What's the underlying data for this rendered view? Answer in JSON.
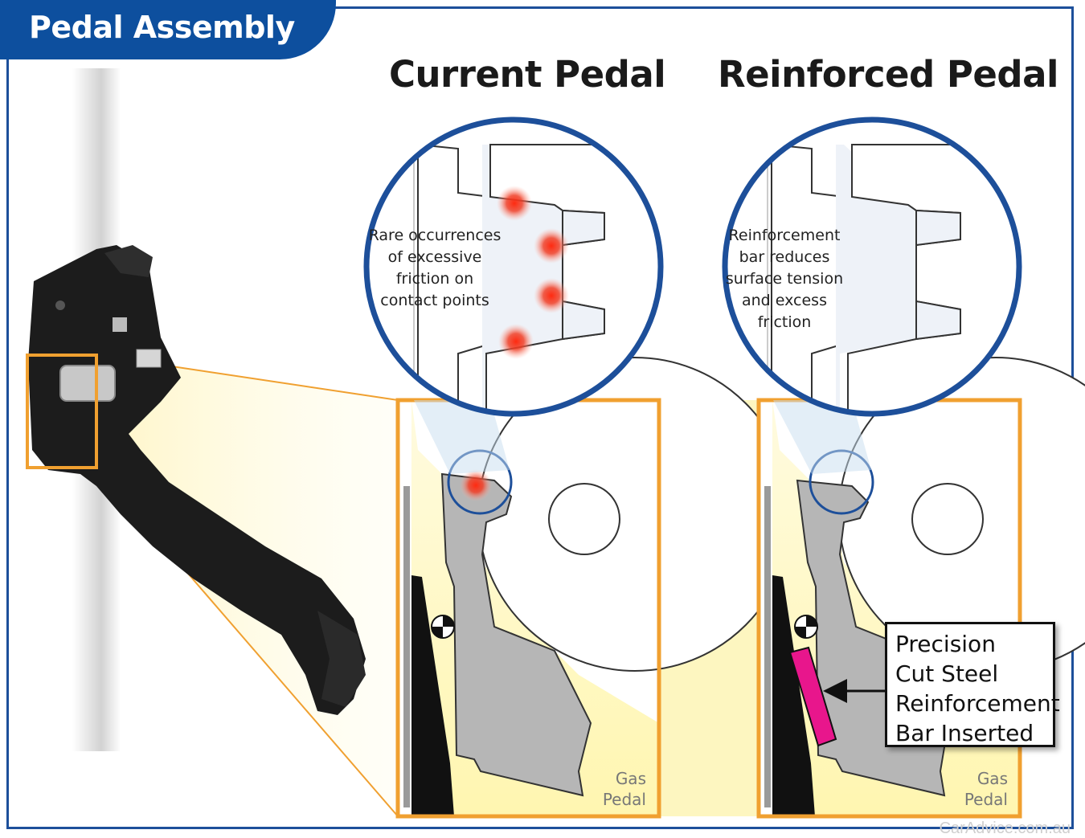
{
  "header": {
    "badge": "Pedal Assembly"
  },
  "columns": {
    "left_title": "Current Pedal",
    "right_title": "Reinforced Pedal"
  },
  "callouts": {
    "left_text": "Rare occurrences\nof excessive\nfriction on\ncontact points",
    "right_text": "Reinforcement\nbar reduces\nsurface tension\nand excess\nfriction"
  },
  "panels": {
    "left_gas_label": "Gas\nPedal",
    "right_gas_label": "Gas\nPedal"
  },
  "legend": {
    "text": "Precision\nCut Steel\nReinforcement\nBar Inserted"
  },
  "watermark": "CarAdvice.com.au",
  "colors": {
    "frame_blue": "#1d4f9a",
    "tab_blue": "#0d4f9e",
    "orange": "#f0a030",
    "magenta": "#e8168c",
    "pale_yellow": "#fdf7c8",
    "friction_red": "#e62020"
  }
}
